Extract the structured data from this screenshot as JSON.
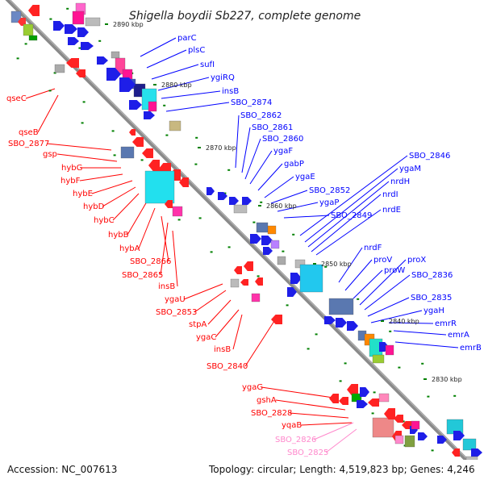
{
  "title": "Shigella boydii Sb227, complete genome",
  "footer": {
    "accession": "Accession: NC_007613",
    "topology": "Topology: circular; Length: 4,519,823 bp; Genes: 4,246"
  },
  "colors": {
    "forward_label": "#0000ff",
    "reverse_label": "#ff0000",
    "faint_label": "#ff88cc",
    "backbone": "#808080",
    "tick": "#008000"
  },
  "kbp_labels": [
    "2890 kbp",
    "2880 kbp",
    "2870 kbp",
    "2860 kbp",
    "2850 kbp",
    "2840 kbp",
    "2830 kbp"
  ],
  "forward_genes": [
    "parC",
    "plsC",
    "sufI",
    "ygiRQ",
    "insB",
    "SBO_2874",
    "SBO_2862",
    "SBO_2861",
    "SBO_2860",
    "ygaF",
    "gabP",
    "ygaE",
    "SBO_2852",
    "ygaP",
    "SBO_2849",
    "SBO_2846",
    "ygaM",
    "nrdH",
    "nrdI",
    "nrdE",
    "nrdF",
    "proV",
    "proW",
    "proX",
    "SBO_2836",
    "SBO_2835",
    "ygaH",
    "emrR",
    "emrA",
    "emrB"
  ],
  "reverse_genes": [
    "qseC",
    "qseB",
    "SBO_2877",
    "gsp",
    "hybG",
    "hybF",
    "hybE",
    "hybD",
    "hybC",
    "hybB",
    "hybA",
    "SBO_2866",
    "SBO_2865",
    "insB",
    "ygaU",
    "SBO_2853",
    "stpA",
    "ygaC",
    "insB",
    "SBO_2840",
    "ygaG",
    "gshA",
    "SBO_2828",
    "yqaB"
  ],
  "faint_genes": [
    "SBO_2826",
    "SBO_2825"
  ]
}
